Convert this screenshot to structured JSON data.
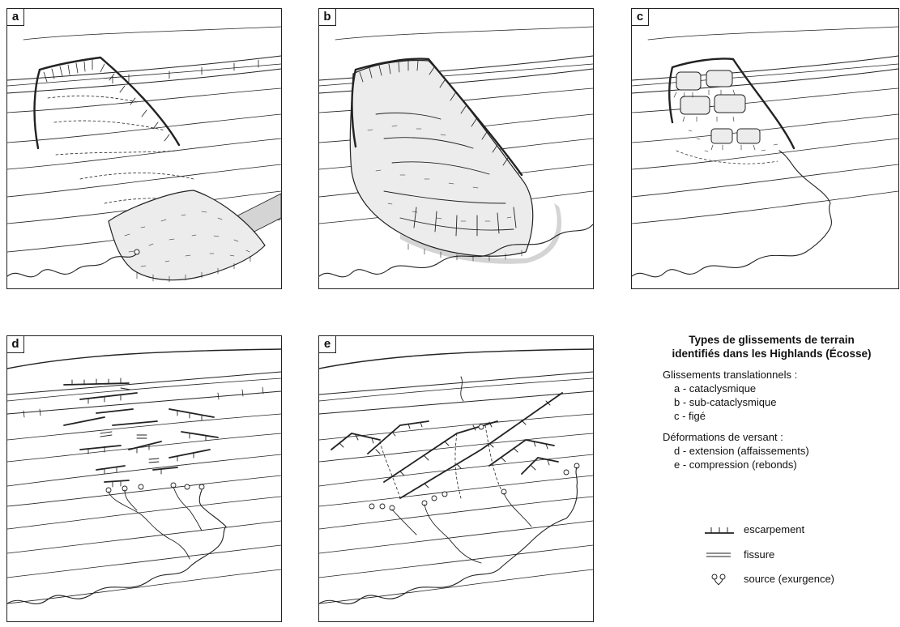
{
  "panels": [
    {
      "id": "a",
      "label": "a"
    },
    {
      "id": "b",
      "label": "b"
    },
    {
      "id": "c",
      "label": "c"
    },
    {
      "id": "d",
      "label": "d"
    },
    {
      "id": "e",
      "label": "e"
    }
  ],
  "legend": {
    "title_line1": "Types de glissements de terrain",
    "title_line2": "identifiés dans les Highlands (Écosse)",
    "group1": {
      "label": "Glissements translationnels :",
      "items": [
        "a - cataclysmique",
        "b - sub-cataclysmique",
        "c - figé"
      ]
    },
    "group2": {
      "label": "Déformations de versant :",
      "items": [
        "d - extension (affaissements)",
        "e - compression (rebonds)"
      ]
    },
    "symbols": [
      {
        "icon": "escarpment-symbol-icon",
        "label": "escarpement"
      },
      {
        "icon": "fissure-symbol-icon",
        "label": "fissure"
      },
      {
        "icon": "spring-source-icon",
        "label": "source (exurgence)"
      }
    ]
  },
  "colors": {
    "line": "#222222",
    "deposit_fill": "#ececec",
    "shadow_fill": "#d4d4d4"
  }
}
